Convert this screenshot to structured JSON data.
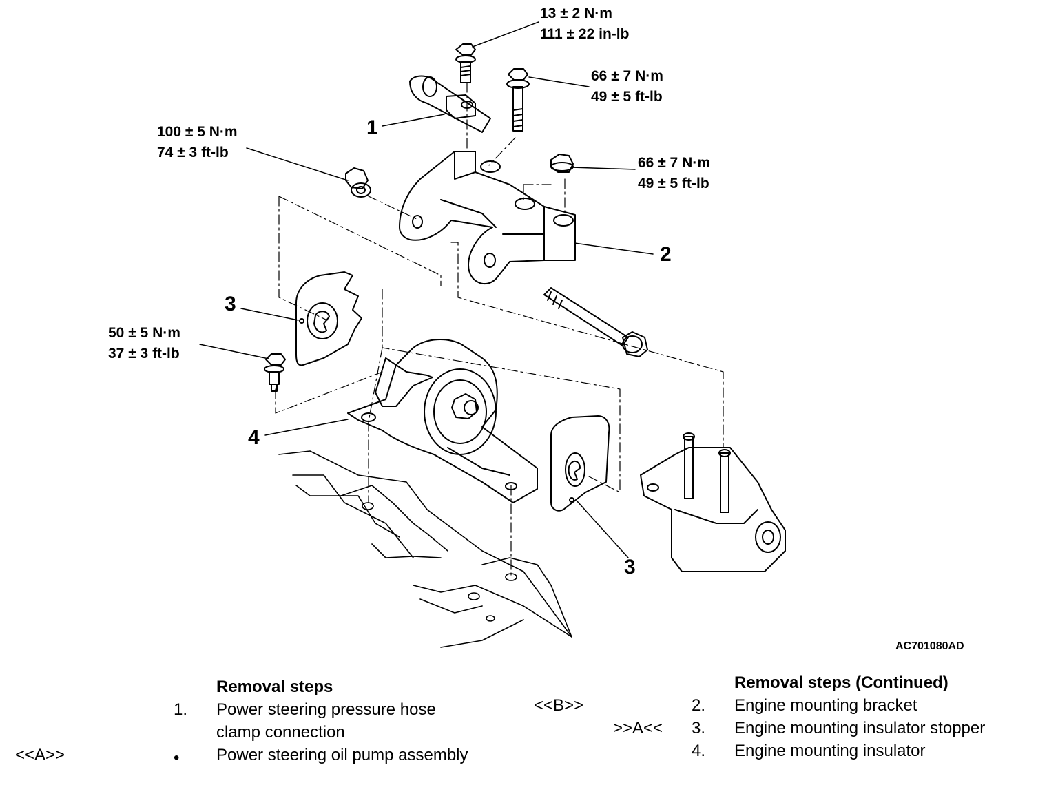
{
  "torques": {
    "t1": {
      "nm": "13 ± 2 N·m",
      "alt": "111 ± 22 in-lb"
    },
    "t2": {
      "nm": "66 ± 7 N·m",
      "alt": "49 ± 5 ft-lb"
    },
    "t3": {
      "nm": "100 ± 5 N·m",
      "alt": "74 ± 3 ft-lb"
    },
    "t4": {
      "nm": "66 ± 7 N·m",
      "alt": "49 ± 5 ft-lb"
    },
    "t5": {
      "nm": "50 ± 5 N·m",
      "alt": "37 ± 3 ft-lb"
    }
  },
  "callouts": {
    "c1": "1",
    "c2": "2",
    "c3a": "3",
    "c3b": "3",
    "c4": "4"
  },
  "figure_id": "AC701080AD",
  "legend_left": {
    "heading": "Removal steps",
    "item1_num": "1.",
    "item1_line1": "Power steering pressure hose",
    "item1_line2": "clamp connection",
    "item2_mark": "<<A>>",
    "item2_bullet": "•",
    "item2_text": "Power steering oil pump assembly"
  },
  "legend_right": {
    "heading": "Removal steps (Continued)",
    "item2_mark": "<<B>>",
    "item2_num": "2.",
    "item2_text": "Engine mounting bracket",
    "item3_mark": ">>A<<",
    "item3_num": "3.",
    "item3_text": "Engine mounting insulator stopper",
    "item4_num": "4.",
    "item4_text": "Engine mounting insulator"
  }
}
